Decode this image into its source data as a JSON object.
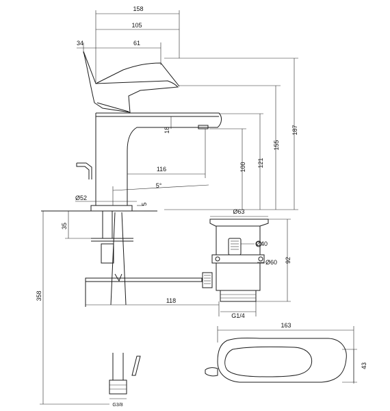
{
  "dimensions": {
    "total_length": "158",
    "spout_reach": "105",
    "lever_offset": "61",
    "lever_setback": "34",
    "overall_height": "187",
    "lever_height": "155",
    "spout_top_height": "121",
    "spout_outlet_height": "100",
    "aerator_offset": "18",
    "body_to_outlet": "116",
    "spout_angle": "5°",
    "base_diameter": "Ø52",
    "base_height": "5",
    "shank_length": "35",
    "hose_length": "358",
    "waste_flange_diameter": "Ø63",
    "waste_plug_diameter": "Ø40",
    "waste_body_diameter": "Ø60",
    "waste_height": "92",
    "rod_length": "118",
    "waste_thread": "G1/4",
    "top_view_length": "163",
    "top_view_width": "43",
    "hose_thread": "G3/8"
  }
}
